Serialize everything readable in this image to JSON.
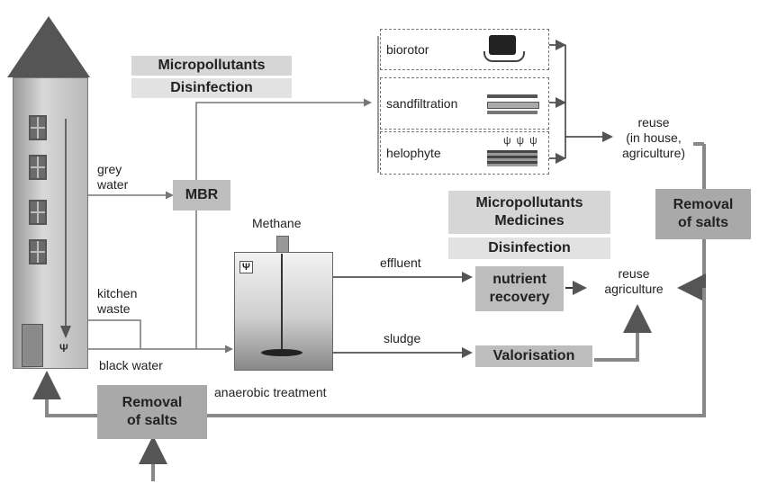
{
  "building": {
    "sign": "Ψ"
  },
  "inputs": {
    "grey_water": "grey\nwater",
    "kitchen_waste": "kitchen\nwaste",
    "black_water": "black water"
  },
  "mbr": {
    "label": "MBR"
  },
  "treatment_top": {
    "micropollutants": "Micropollutants",
    "disinfection": "Disinfection"
  },
  "filters": [
    {
      "label": "biorotor"
    },
    {
      "label": "sandfiltration"
    },
    {
      "label": "helophyte"
    }
  ],
  "reuse_top": "reuse\n(in house,\nagriculture)",
  "removal_salts_right": "Removal\nof salts",
  "digester": {
    "methane": "Methane",
    "sign": "Ψ",
    "caption": "anaerobic treatment"
  },
  "effluent": "effluent",
  "sludge": "sludge",
  "treatment_mid": {
    "micropollutants_medicines": "Micropollutants\nMedicines",
    "disinfection": "Disinfection"
  },
  "nutrient_recovery": "nutrient\nrecovery",
  "valorisation": "Valorisation",
  "reuse_agri": "reuse\nagriculture",
  "removal_salts_left": "Removal\nof salts"
}
